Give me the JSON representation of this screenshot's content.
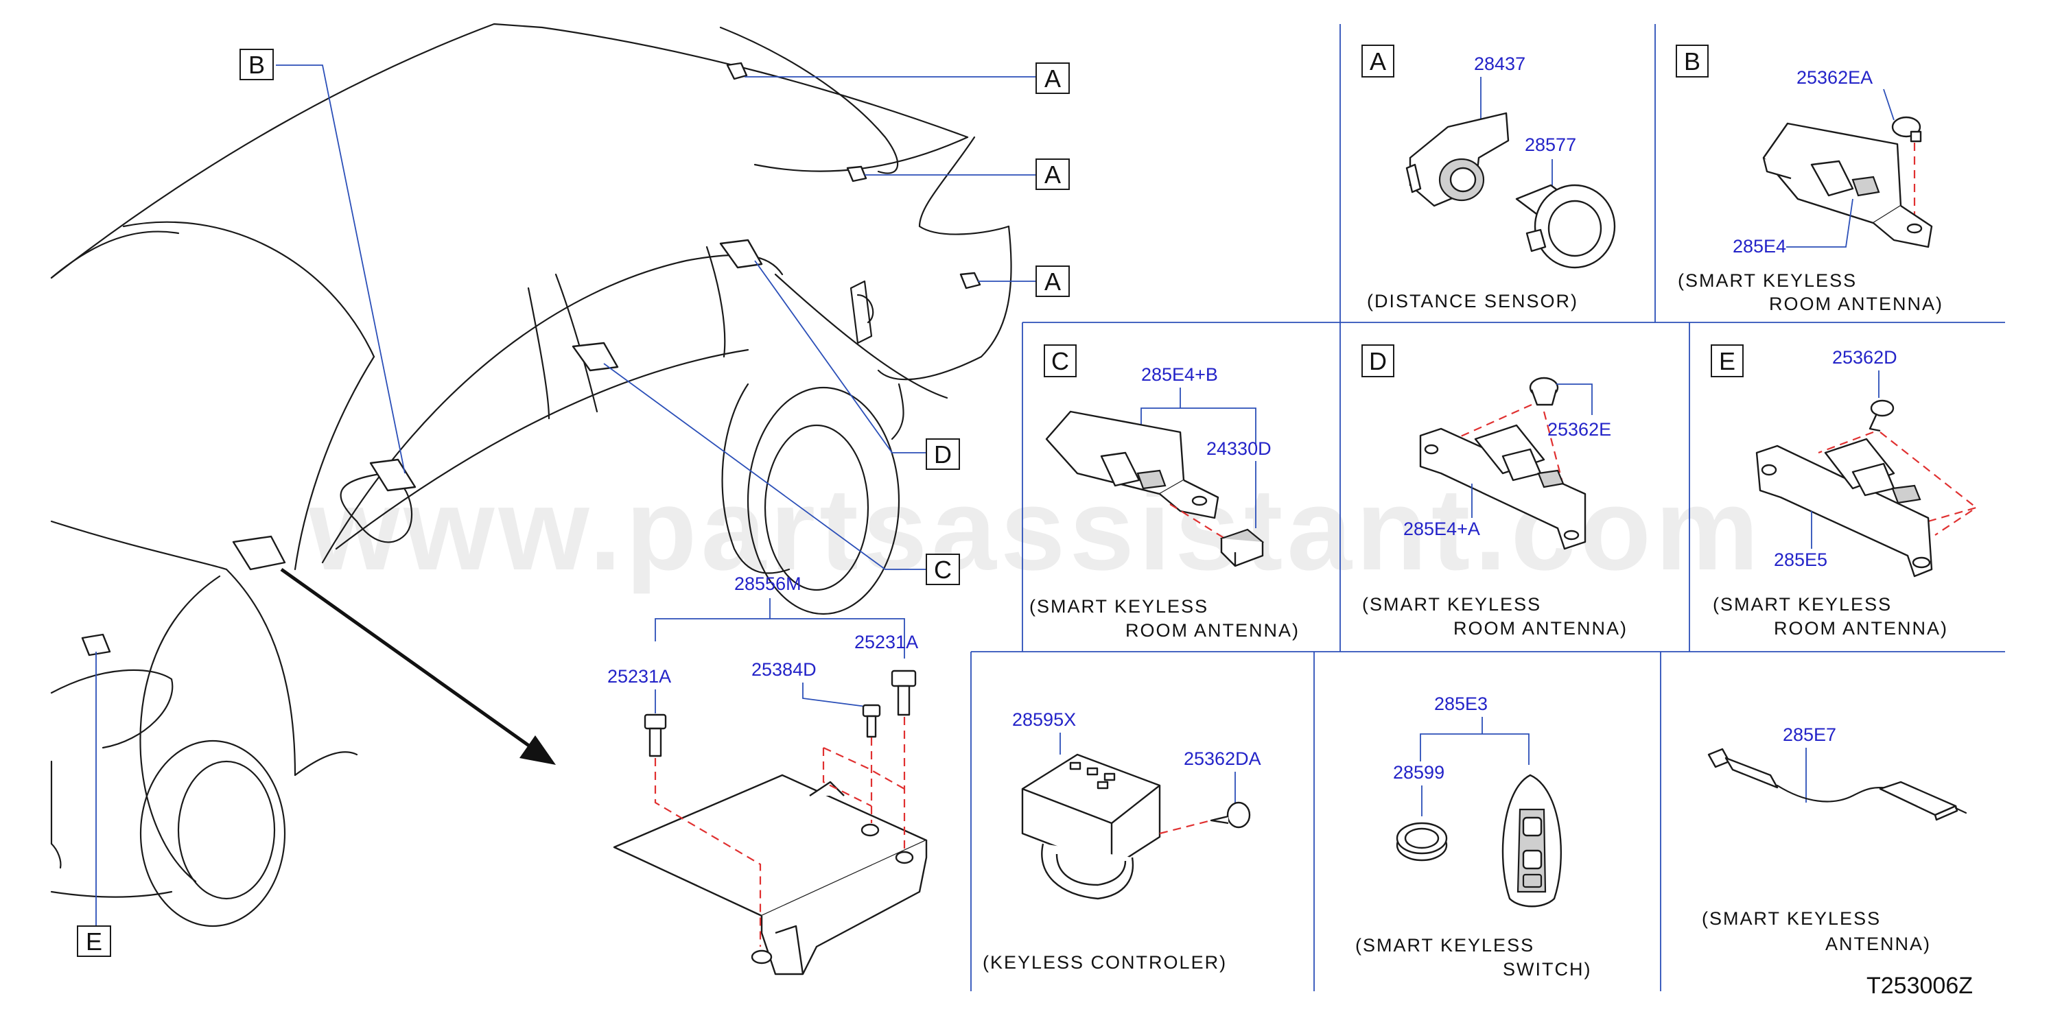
{
  "watermark": "www.partsassistant.com",
  "diagram_code": "T253006Z",
  "callouts": {
    "A": "A",
    "B": "B",
    "C": "C",
    "D": "D",
    "E": "E"
  },
  "panels": {
    "A": {
      "letter": "A",
      "caption": "(DISTANCE  SENSOR)",
      "parts": [
        "28437",
        "28577"
      ]
    },
    "B": {
      "letter": "B",
      "caption_line1": "(SMART  KEYLESS",
      "caption_line2": "ROOM  ANTENNA)",
      "parts": [
        "25362EA",
        "285E4"
      ]
    },
    "C": {
      "letter": "C",
      "caption_line1": "(SMART  KEYLESS",
      "caption_line2": "ROOM  ANTENNA)",
      "parts": [
        "285E4+B",
        "24330D"
      ]
    },
    "D": {
      "letter": "D",
      "caption_line1": "(SMART  KEYLESS",
      "caption_line2": "ROOM  ANTENNA)",
      "parts": [
        "25362E",
        "285E4+A"
      ]
    },
    "E": {
      "letter": "E",
      "caption_line1": "(SMART  KEYLESS",
      "caption_line2": "ROOM  ANTENNA)",
      "parts": [
        "25362D",
        "285E5"
      ]
    },
    "controller": {
      "caption": "(KEYLESS  CONTROLER)",
      "parts": [
        "28595X",
        "25362DA"
      ]
    },
    "switch": {
      "caption_line1": "(SMART  KEYLESS",
      "caption_line2": "SWITCH)",
      "parts": [
        "285E3",
        "28599"
      ]
    },
    "antenna": {
      "caption_line1": "(SMART  KEYLESS",
      "caption_line2": "ANTENNA)",
      "parts": [
        "285E7"
      ]
    }
  },
  "module": {
    "parts": [
      "28556M",
      "25231A",
      "25384D",
      "25231A"
    ]
  },
  "colors": {
    "part_number": "#2323c8",
    "leader": "#2b4fb8",
    "dashed": "#e03030",
    "linework": "#1a1a1a"
  }
}
